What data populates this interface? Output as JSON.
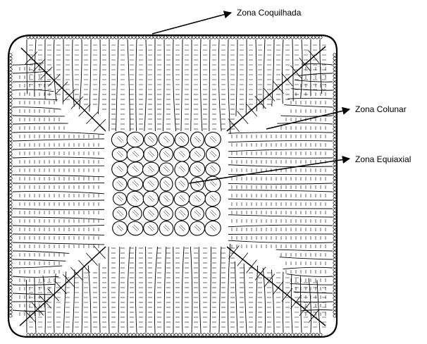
{
  "labels": {
    "chill_zone": "Zona Coquilhada",
    "columnar_zone": "Zona Colunar",
    "equiaxed_zone": "Zona Equiaxial"
  },
  "colors": {
    "ink": "#000000",
    "background": "#ffffff"
  }
}
